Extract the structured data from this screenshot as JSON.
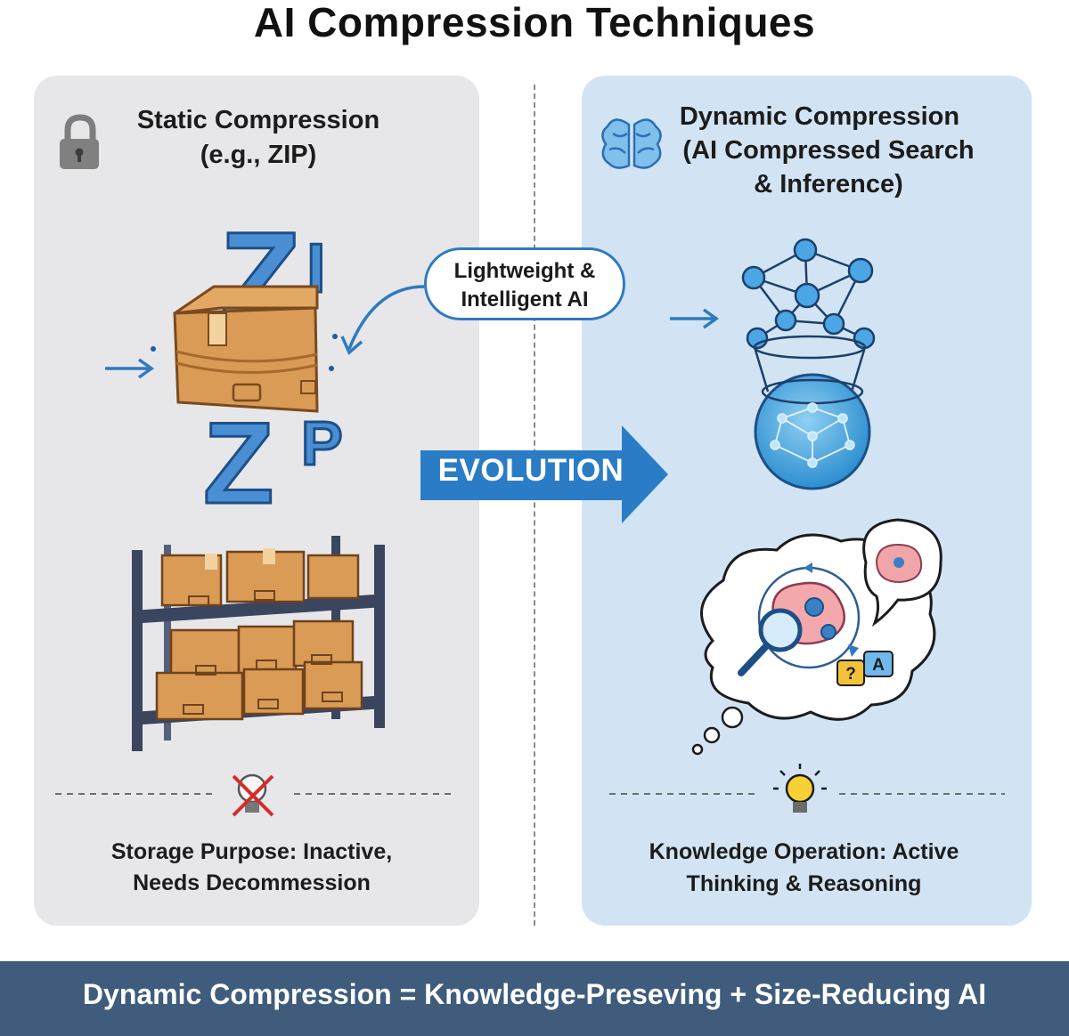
{
  "title": "AI Compression Techniques",
  "left_panel": {
    "title_line1": "Static Compression",
    "title_line2": "(e.g., ZIP)",
    "zip_letters": [
      "Z",
      "I",
      "Z",
      "P"
    ],
    "caption_line1": "Storage Purpose: Inactive,",
    "caption_line2": "Needs Decommession",
    "icons": [
      "lock-icon",
      "compressed-box-icon",
      "storage-shelf-icon",
      "crossed-lightbulb-icon"
    ]
  },
  "right_panel": {
    "title_line1": "Dynamic Compression",
    "title_line2": "(AI Compressed Search",
    "title_line3": "& Inference)",
    "caption_line1": "Knowledge Operation: Active",
    "caption_line2": "Thinking & Reasoning",
    "thought_letters": [
      "?",
      "A"
    ],
    "icons": [
      "brain-icon",
      "neural-network-funnel-icon",
      "thought-bubble-icon",
      "lightbulb-icon"
    ]
  },
  "callout": {
    "line1": "Lightweight &",
    "line2": "Intelligent AI"
  },
  "evolution_label": "EVOLUTION",
  "footer": "Dynamic Compression = Knowledge-Preseving + Size-Reducing AI",
  "colors": {
    "left_panel_bg": "#e7e7ea",
    "right_panel_bg": "#d2e4f3",
    "accent_blue": "#2f79c0",
    "evolution_arrow": "#2b7cc6",
    "footer_bg": "#3f5c7c",
    "box_brown": "#d99b55",
    "shelf_navy": "#3a4560"
  }
}
